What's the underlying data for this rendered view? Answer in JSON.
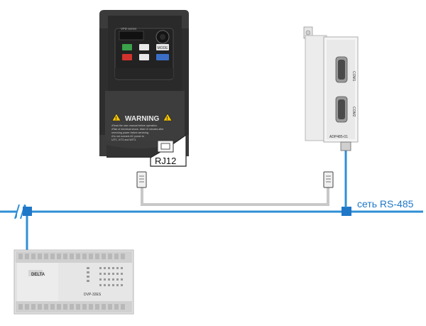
{
  "diagram": {
    "network_label": "сеть RS-485",
    "rj12_label": "RJ12",
    "inverter": {
      "brand_text": "VFD series",
      "mode_label": "MODE",
      "warning_title": "WARNING",
      "warning_lines": [
        "•Read the user manual before operation.",
        "•Risk of electrical shock. Wait 10 minutes after",
        "  removing power before servicing.",
        "•Do not connect AC power to",
        "  U/T1, V/T2 and W/T3."
      ]
    },
    "adapter": {
      "port1_label": "COM1",
      "port2_label": "COM2",
      "model_label": "ADP485-01"
    },
    "plc": {
      "brand_label": "DELTA",
      "model_label": "DVP-32ES"
    }
  }
}
